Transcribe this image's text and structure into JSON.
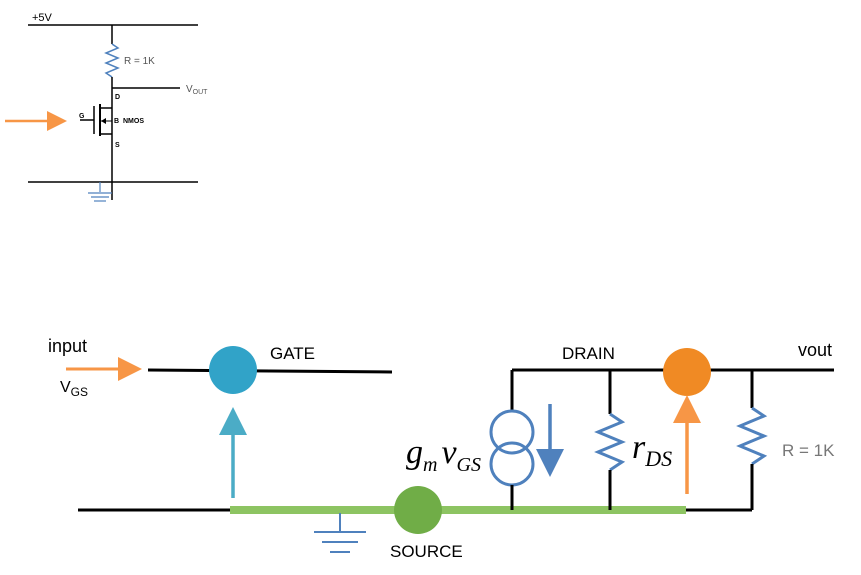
{
  "schematic": {
    "supply_label": "+5V",
    "resistor_label": "R = 1K",
    "vout_label": "V",
    "vout_sub": "OUT",
    "drain_pin": "D",
    "gate_pin": "G",
    "bulk_pin": "B",
    "source_pin": "S",
    "device_label": "NMOS"
  },
  "model": {
    "input_label": "input",
    "vgs_label": "V",
    "vgs_sub": "GS",
    "gate_label": "GATE",
    "drain_label": "DRAIN",
    "vout_label": "vout",
    "source_label": "SOURCE",
    "gm_base": "g",
    "gm_sub": "m",
    "gm_v": "v",
    "gm_vsub": "GS",
    "rds_base": "r",
    "rds_sub": "DS",
    "load_label": "R = 1K"
  },
  "colors": {
    "wire": "#000000",
    "resistor": "#4f81bd",
    "arrow_orange": "#f79646",
    "arrow_blue": "#4bacc6",
    "gate_node": "#31a3c8",
    "drain_node": "#f08a24",
    "source_node": "#70ad47",
    "source_bar": "#8dc462",
    "ground": "#4f81bd",
    "current_arrow": "#4f81bd"
  }
}
